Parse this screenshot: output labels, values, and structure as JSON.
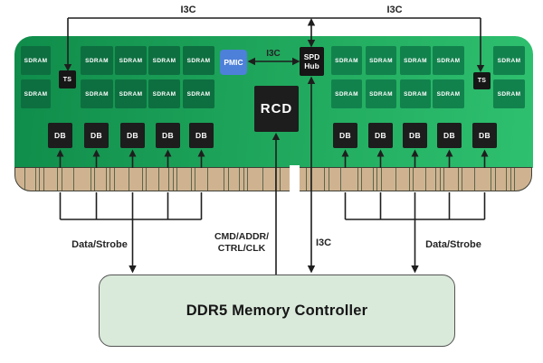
{
  "diagram": {
    "title_implicit": "DDR5 DIMM architecture diagram",
    "module": {
      "sdram_label": "SDRAM",
      "sdram_count_left": 10,
      "sdram_count_right": 10,
      "ts_label": "TS",
      "ts_count": 2,
      "db_label": "DB",
      "db_count_left": 5,
      "db_count_right": 5,
      "pmic_label": "PMIC",
      "spd_hub_line1": "SPD",
      "spd_hub_line2": "Hub",
      "rcd_label": "RCD"
    },
    "labels": {
      "i3c_top_left": "I3C",
      "i3c_top_right": "I3C",
      "i3c_pmic_spd": "I3C",
      "i3c_bottom": "I3C",
      "data_strobe_left": "Data/Strobe",
      "data_strobe_right": "Data/Strobe",
      "cmd_addr_line1": "CMD/ADDR/",
      "cmd_addr_line2": "CTRL/CLK"
    },
    "controller": {
      "label": "DDR5 Memory Controller"
    },
    "colors": {
      "pcb_green_dark": "#0f8c4a",
      "pcb_green_light": "#2ec06f",
      "sdram_chip_green": "#0d6f40",
      "chip_black": "#1d1d1d",
      "pmic_blue": "#4d80d8",
      "connector_tan": "#cfb391",
      "controller_fill": "#d9e9da",
      "wire_black": "#1e1e1e"
    }
  }
}
